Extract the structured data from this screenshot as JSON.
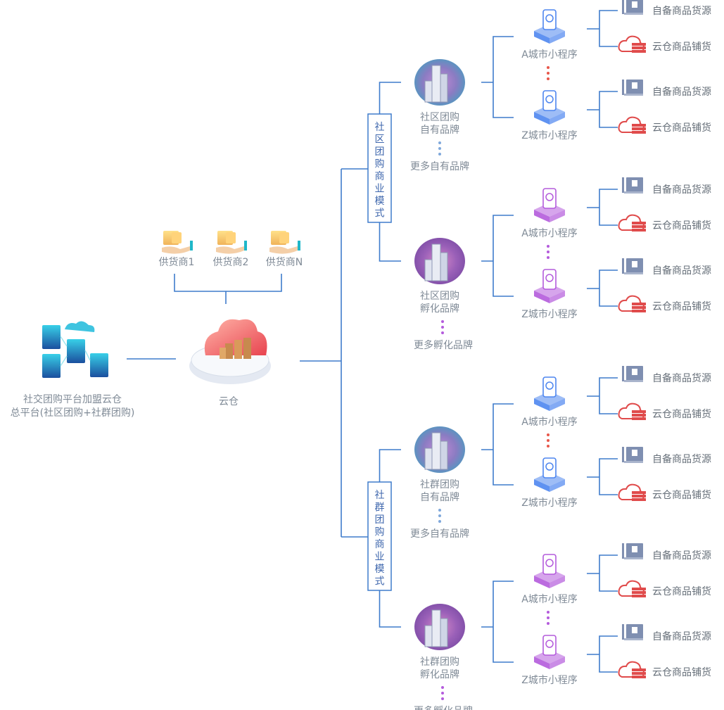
{
  "platform": {
    "line1": "社交团购平台加盟云仓",
    "line2": "总平台(社区团购+社群团购)"
  },
  "cloud_warehouse": {
    "label": "云仓"
  },
  "suppliers": [
    "供货商1",
    "供货商2",
    "供货商N"
  ],
  "modes": [
    {
      "title": [
        "社",
        "区",
        "团",
        "购",
        "商",
        "业",
        "模",
        "式"
      ],
      "brands": [
        {
          "name1": "社区团购",
          "name2": "自有品牌",
          "more": "更多自有品牌",
          "theme": "own",
          "programs": [
            {
              "label": "A城市小程序",
              "color": "blue",
              "items": [
                "自备商品货源",
                "云仓商品铺货"
              ]
            },
            {
              "label": "Z城市小程序",
              "color": "blue",
              "items": [
                "自备商品货源",
                "云仓商品铺货"
              ]
            }
          ]
        },
        {
          "name1": "社区团购",
          "name2": "孵化品牌",
          "more": "更多孵化品牌",
          "theme": "incubate",
          "programs": [
            {
              "label": "A城市小程序",
              "color": "purple",
              "items": [
                "自备商品货源",
                "云仓商品铺货"
              ]
            },
            {
              "label": "Z城市小程序",
              "color": "purple",
              "items": [
                "自备商品货源",
                "云仓商品铺货"
              ]
            }
          ]
        }
      ]
    },
    {
      "title": [
        "社",
        "群",
        "团",
        "购",
        "商",
        "业",
        "模",
        "式"
      ],
      "brands": [
        {
          "name1": "社群团购",
          "name2": "自有品牌",
          "more": "更多自有品牌",
          "theme": "own",
          "programs": [
            {
              "label": "A城市小程序",
              "color": "blue",
              "items": [
                "自备商品货源",
                "云仓商品铺货"
              ]
            },
            {
              "label": "Z城市小程序",
              "color": "blue",
              "items": [
                "自备商品货源",
                "云仓商品铺货"
              ]
            }
          ]
        },
        {
          "name1": "社群团购",
          "name2": "孵化品牌",
          "more": "更多孵化品牌",
          "theme": "incubate",
          "programs": [
            {
              "label": "A城市小程序",
              "color": "purple",
              "items": [
                "自备商品货源",
                "云仓商品铺货"
              ]
            },
            {
              "label": "Z城市小程序",
              "color": "purple",
              "items": [
                "自备商品货源",
                "云仓商品铺货"
              ]
            }
          ]
        }
      ]
    }
  ],
  "colors": {
    "line": "#3f7ccc",
    "text": "#7f8a96",
    "program_blue": "#4e86ef",
    "program_purple": "#b45bdc",
    "dots_red": "#e8574a",
    "dots_blue": "#7fa8db",
    "dots_purple": "#b45bdc",
    "source_icon": "#7f8fb1",
    "cloud_icon": "#e04b4b"
  }
}
